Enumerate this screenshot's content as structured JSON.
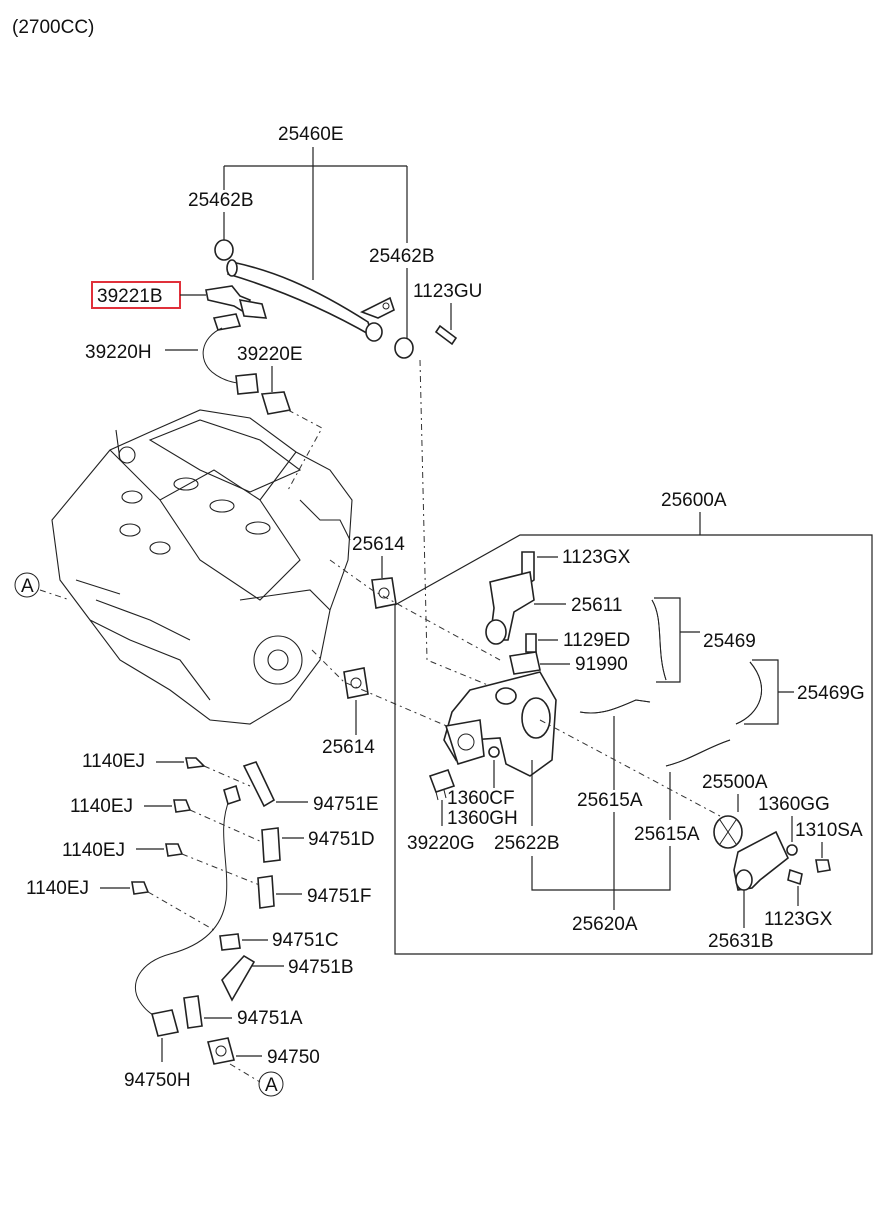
{
  "header": {
    "engine_spec": "(2700CC)"
  },
  "highlight_color": "#e0303a",
  "callouts": {
    "p25460E": "25460E",
    "p25462B_a": "25462B",
    "p25462B_b": "25462B",
    "p39221B": "39221B",
    "p1123GU": "1123GU",
    "p39220H": "39220H",
    "p39220E": "39220E",
    "p25600A": "25600A",
    "p25614_a": "25614",
    "p25614_b": "25614",
    "p1123GX_a": "1123GX",
    "p25611": "25611",
    "p1129ED": "1129ED",
    "p91990": "91990",
    "p25469": "25469",
    "p25469G": "25469G",
    "p25500A": "25500A",
    "p1360GG": "1360GG",
    "p1310SA": "1310SA",
    "p1360CF": "1360CF",
    "p1360GH": "1360GH",
    "p25615A_a": "25615A",
    "p25615A_b": "25615A",
    "p39220G": "39220G",
    "p25622B": "25622B",
    "p25620A": "25620A",
    "p1123GX_b": "1123GX",
    "p25631B": "25631B",
    "p1140EJ_a": "1140EJ",
    "p1140EJ_b": "1140EJ",
    "p1140EJ_c": "1140EJ",
    "p1140EJ_d": "1140EJ",
    "p94751E": "94751E",
    "p94751D": "94751D",
    "p94751F": "94751F",
    "p94751C": "94751C",
    "p94751B": "94751B",
    "p94751A": "94751A",
    "p94750": "94750",
    "p94750H": "94750H"
  },
  "ref_markers": {
    "marker_left": "A",
    "marker_bottom": "A"
  }
}
